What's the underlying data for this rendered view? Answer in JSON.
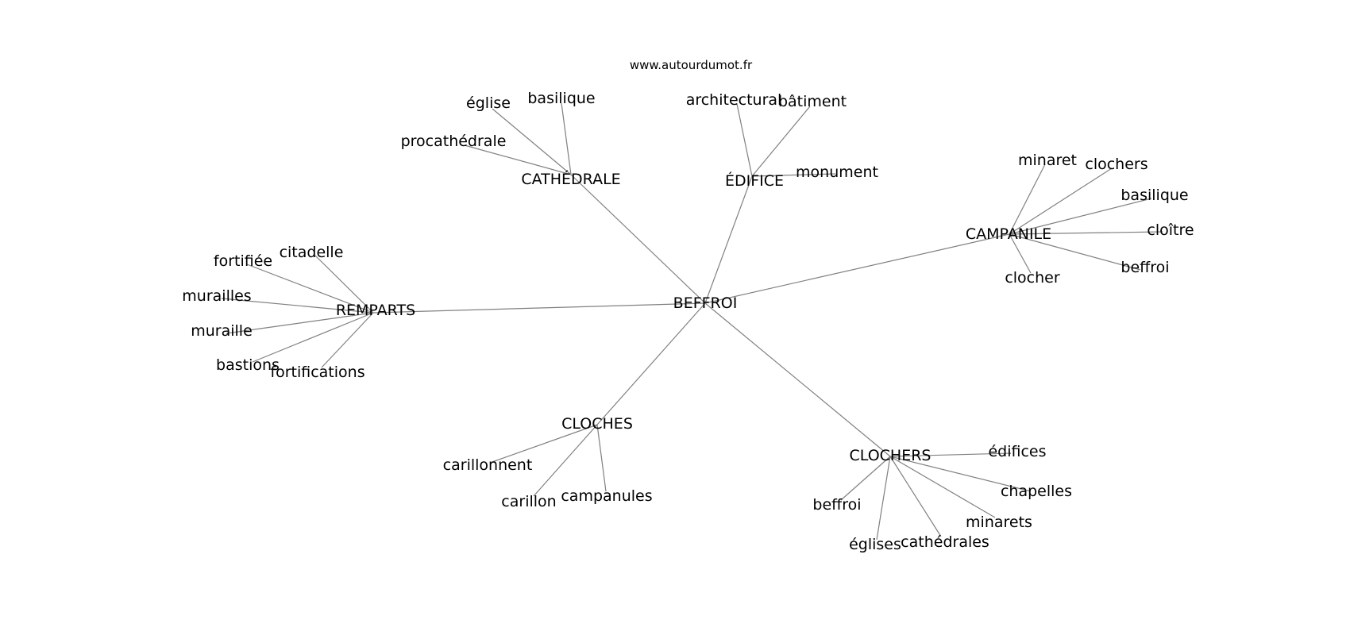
{
  "source_text": "www.autourdumot.fr",
  "center": "BEFFROI",
  "clusters": [
    {
      "hub": "CATHÉDRALE",
      "leaves": [
        "église",
        "basilique",
        "procathédrale"
      ]
    },
    {
      "hub": "ÉDIFICE",
      "leaves": [
        "architectural",
        "bâtiment",
        "monument"
      ]
    },
    {
      "hub": "CAMPANILE",
      "leaves": [
        "minaret",
        "clochers",
        "basilique",
        "cloître",
        "beffroi",
        "clocher"
      ]
    },
    {
      "hub": "REMPARTS",
      "leaves": [
        "citadelle",
        "fortifiée",
        "murailles",
        "muraille",
        "bastions",
        "fortifications"
      ]
    },
    {
      "hub": "CLOCHES",
      "leaves": [
        "carillonnent",
        "carillon",
        "campanules"
      ]
    },
    {
      "hub": "CLOCHERS",
      "leaves": [
        "édifices",
        "chapelles",
        "minarets",
        "cathédrales",
        "églises",
        "beffroi"
      ]
    }
  ]
}
